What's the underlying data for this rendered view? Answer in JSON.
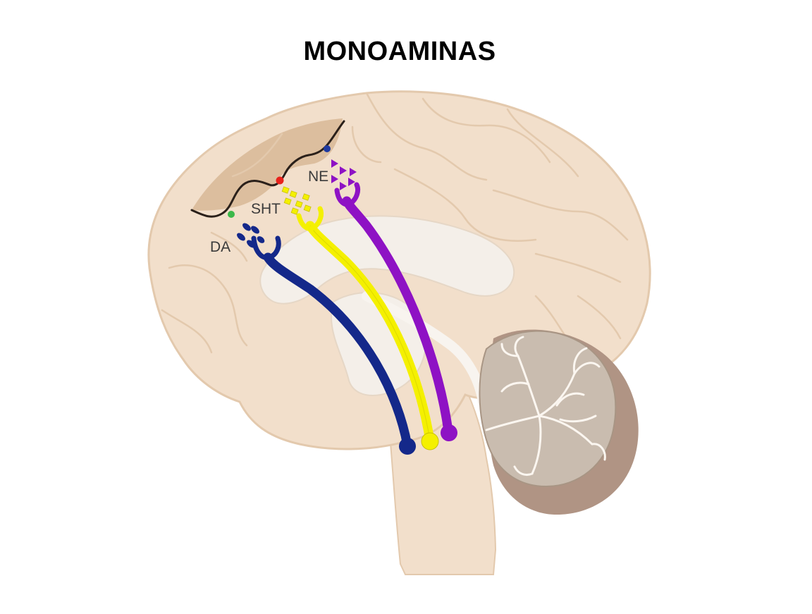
{
  "title": "MONOAMINAS",
  "pathways": [
    {
      "label": "DA",
      "color": "#14288a",
      "terminal_color": "#3cb84a"
    },
    {
      "label": "SHT",
      "color": "#f4f000",
      "terminal_color": "#e8221c"
    },
    {
      "label": "NE",
      "color": "#8e12c4",
      "terminal_color": "#1f3aa0"
    }
  ],
  "colors": {
    "brain_fill": "#f2dfcb",
    "brain_outline": "#e3c9ad",
    "cortex_band": "#d8b896",
    "inner_fill": "#f4efe9",
    "cerebellum_light": "#c9bcaf",
    "cerebellum_shadow": "#b09484",
    "cerebellum_veins": "#fbf6f0"
  }
}
